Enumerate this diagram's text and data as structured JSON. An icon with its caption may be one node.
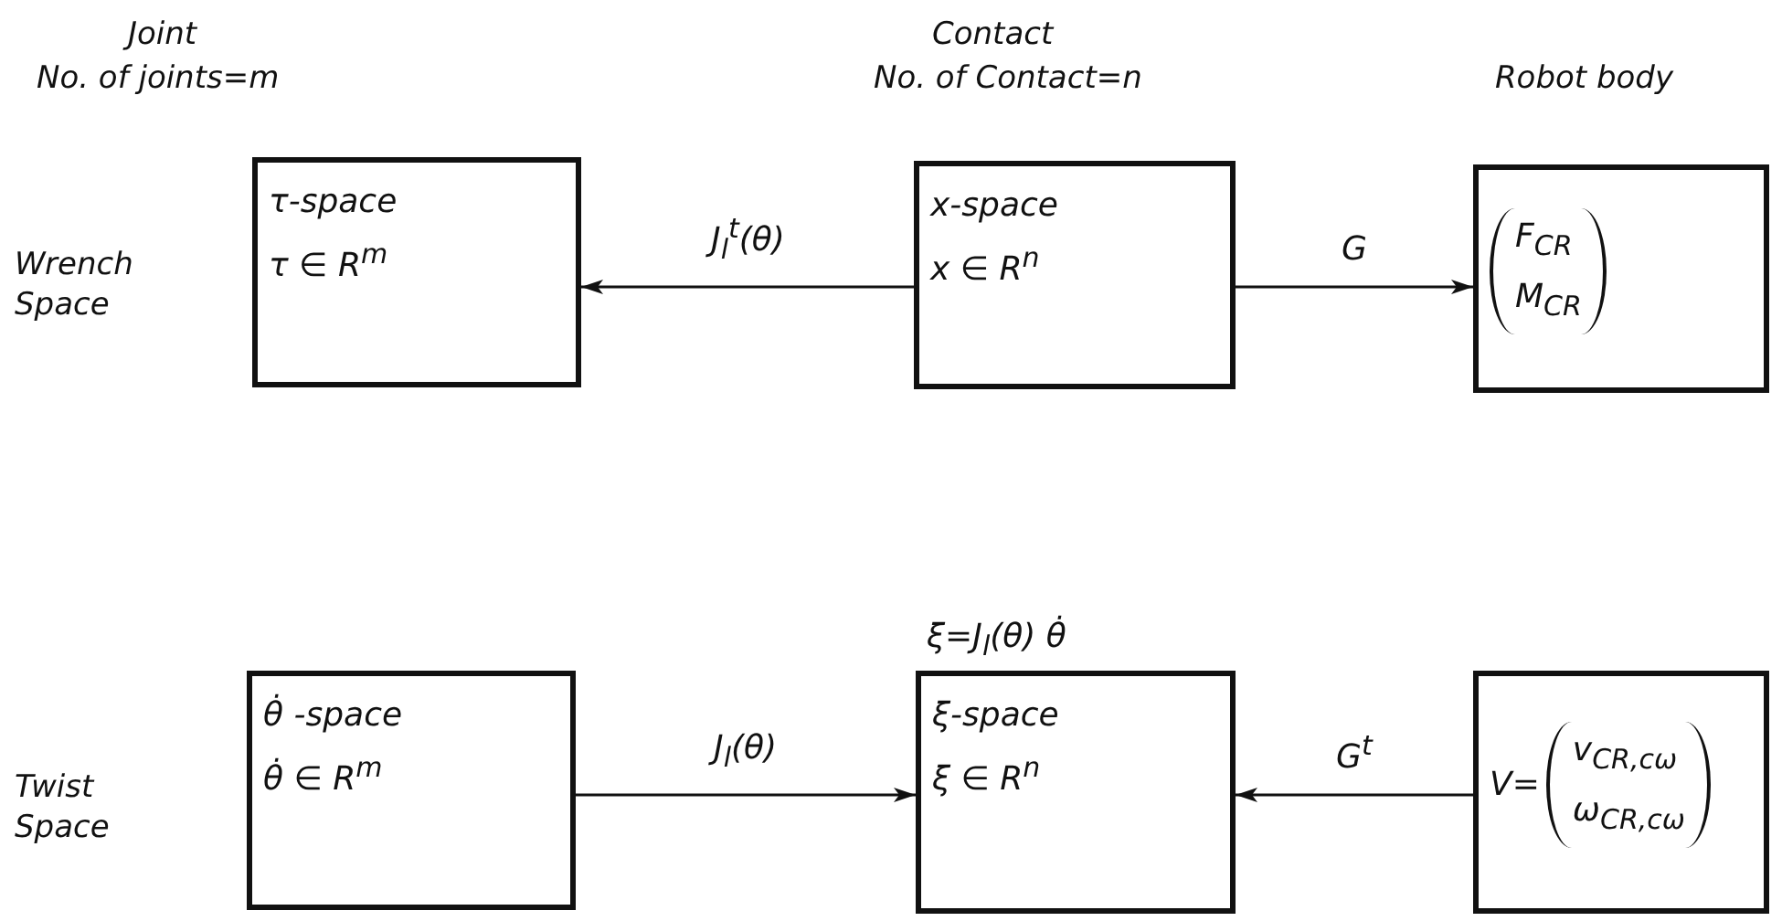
{
  "diagram": {
    "nodes": [
      {
        "text": [
          "τ-space",
          "τ ∈ R$^{m}$"
        ]
      },
      {
        "text": [
          "x-space",
          "x ∈ R$^{n}$"
        ]
      },
      {
        "text": [
          "F$_{CR}$",
          "M$_{CR}$"
        ]
      },
      {
        "text": [
          "θ̇ -space",
          "θ̇ ∈ R$^{m}$"
        ]
      },
      {
        "text": [
          "ξ-space",
          "ξ ∈ R$^{n}$"
        ],
        "beside": [
          "ξ=J$_{l}$(θ) θ̇"
        ]
      },
      {
        "text": [
          "V=",
          "v$_{CR,cω}$",
          "ω$_{CR,cω}$"
        ]
      }
    ],
    "edges": [
      {
        "from": 1,
        "to": 0,
        "arrow": "to",
        "label": "J$_{l}$$^{t}$(θ)"
      },
      {
        "from": 1,
        "to": 2,
        "arrow": "to",
        "label": "G"
      },
      {
        "from": 3,
        "to": 4,
        "arrow": "to",
        "label": "J$_{l}$(θ)"
      },
      {
        "from": 5,
        "to": 4,
        "arrow": "to",
        "label": "G$^{t}$"
      }
    ],
    "labels": [
      "Joint",
      "No. of joints=m",
      "Contact",
      "No. of Contact=n",
      "Robot body",
      "Wrench Space",
      "Twist Space"
    ]
  }
}
